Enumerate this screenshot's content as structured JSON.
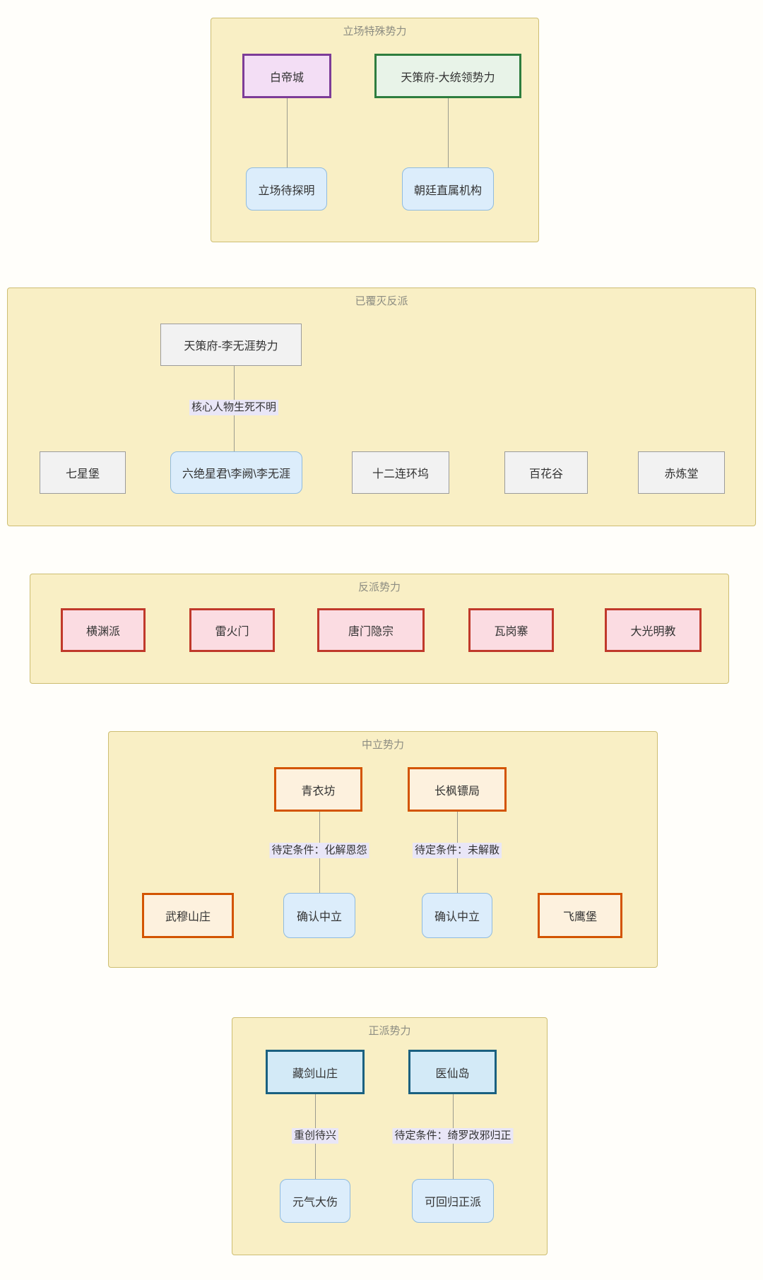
{
  "diagram": {
    "colors": {
      "cluster_fill": "#f9efc5",
      "cluster_border": "#cdbd72",
      "cluster_title": "#8d8d82",
      "gray_node_border": "#9b9b9b",
      "purple_node_border": "#7d3c98",
      "green_node_border": "#2e7d3e",
      "red_node_border": "#c0392b",
      "orange_node_border": "#d35400",
      "teal_node_border": "#1a6080",
      "blue_round_fill": "#dcedfb",
      "edge_label_bg": "#e9e6f7"
    },
    "sections": [
      {
        "title": "立场特殊势力",
        "nodes": [
          {
            "label": "白帝城"
          },
          {
            "label": "天策府-大统领势力"
          },
          {
            "label": "立场待探明"
          },
          {
            "label": "朝廷直属机构"
          }
        ],
        "edge_labels": []
      },
      {
        "title": "已覆灭反派",
        "nodes": [
          {
            "label": "天策府-李无涯势力"
          },
          {
            "label": "七星堡"
          },
          {
            "label": "六绝星君\\李阙\\李无涯"
          },
          {
            "label": "十二连环坞"
          },
          {
            "label": "百花谷"
          },
          {
            "label": "赤炼堂"
          }
        ],
        "edge_labels": [
          {
            "label": "核心人物生死不明"
          }
        ]
      },
      {
        "title": "反派势力",
        "nodes": [
          {
            "label": "横渊派"
          },
          {
            "label": "雷火门"
          },
          {
            "label": "唐门隐宗"
          },
          {
            "label": "瓦岗寨"
          },
          {
            "label": "大光明教"
          }
        ],
        "edge_labels": []
      },
      {
        "title": "中立势力",
        "nodes": [
          {
            "label": "青衣坊"
          },
          {
            "label": "长枫镖局"
          },
          {
            "label": "武穆山庄"
          },
          {
            "label": "确认中立"
          },
          {
            "label": "确认中立"
          },
          {
            "label": "飞鹰堡"
          }
        ],
        "edge_labels": [
          {
            "label": "待定条件：化解恩怨"
          },
          {
            "label": "待定条件：未解散"
          }
        ]
      },
      {
        "title": "正派势力",
        "nodes": [
          {
            "label": "藏剑山庄"
          },
          {
            "label": "医仙岛"
          },
          {
            "label": "元气大伤"
          },
          {
            "label": "可回归正派"
          }
        ],
        "edge_labels": [
          {
            "label": "重创待兴"
          },
          {
            "label": "待定条件：绮罗改邪归正"
          }
        ]
      }
    ]
  }
}
